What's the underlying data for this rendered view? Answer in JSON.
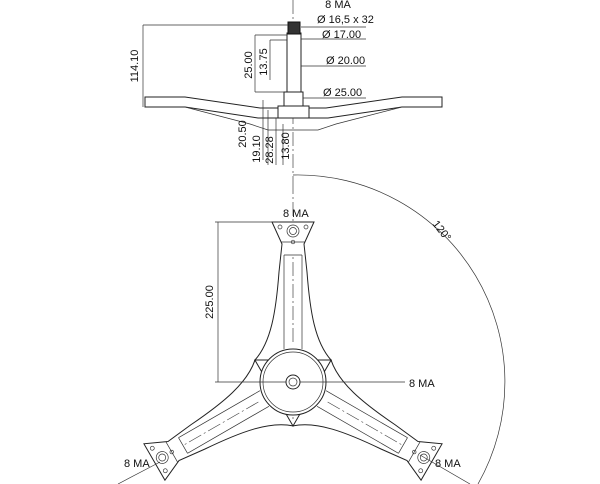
{
  "side_view": {
    "thread_label": "8 MA",
    "spline_label": "Ø 16,5 x 32",
    "dia_17": "Ø 17.00",
    "dia_20": "Ø 20.00",
    "dia_25": "Ø 25.00",
    "height_total": "114.10",
    "height_shaft": "25.00",
    "height_shoulder": "13.75",
    "dim_20_50": "20.50",
    "dim_19_10": "19.10",
    "dim_28_28": "28.28",
    "dim_13_80": "13.80"
  },
  "top_view": {
    "arm_length": "225.00",
    "angle": "120°",
    "thread_top": "8 MA",
    "thread_center": "8 MA",
    "thread_left": "8 MA",
    "thread_right": "8 MA"
  }
}
